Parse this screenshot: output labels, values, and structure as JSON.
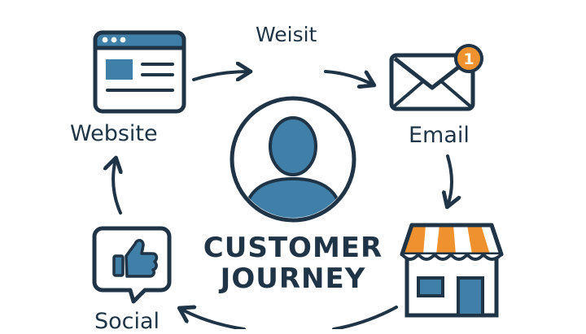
{
  "diagram": {
    "title_line1": "CUSTOMER",
    "title_line2": "JOURNEY",
    "labels": {
      "top": "Weisit",
      "website": "Website",
      "email": "Email",
      "social": "Social"
    },
    "email_badge": "1",
    "colors": {
      "navy": "#1f3447",
      "blue": "#3f7fa8",
      "orange": "#f0912f",
      "white": "#ffffff"
    },
    "icons": [
      "website-window-icon",
      "email-envelope-icon",
      "customer-avatar-icon",
      "storefront-icon",
      "social-like-icon"
    ]
  }
}
